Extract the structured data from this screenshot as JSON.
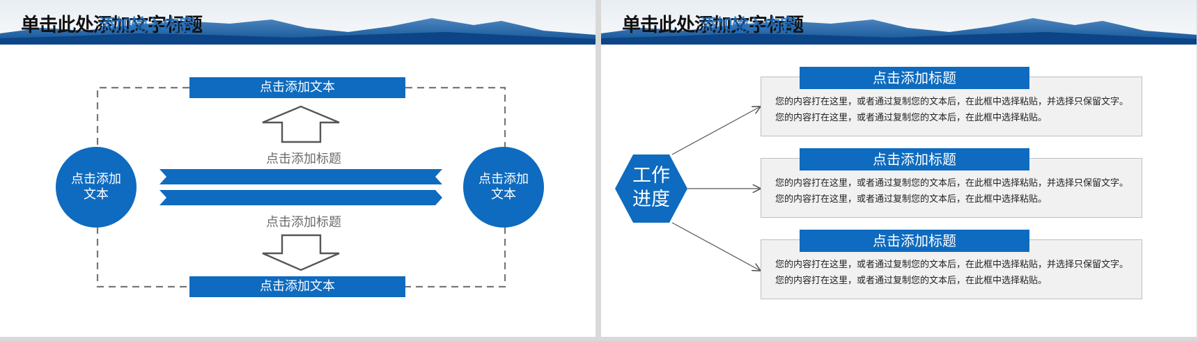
{
  "left_slide": {
    "title": "单击此处添加文字标题",
    "title_overlay": "添加输入内容",
    "top_bar": "点击添加文本",
    "bottom_bar": "点击添加文本",
    "left_circle": "点击添加文本",
    "right_circle": "点击添加文本",
    "upper_label": "点击添加标题",
    "lower_label": "点击添加标题"
  },
  "right_slide": {
    "title": "单击此处添加文字标题",
    "title_overlay": "添加输入内容",
    "hexagon": "工作进度",
    "items": [
      {
        "title": "点击添加标题",
        "text": "您的内容打在这里，或者通过复制您的文本后，在此框中选择粘贴，并选择只保留文字。您的内容打在这里，或者通过复制您的文本后，在此框中选择粘贴。"
      },
      {
        "title": "点击添加标题",
        "text": "您的内容打在这里，或者通过复制您的文本后，在此框中选择粘贴，并选择只保留文字。您的内容打在这里，或者通过复制您的文本后，在此框中选择粘贴。"
      },
      {
        "title": "点击添加标题",
        "text": "您的内容打在这里，或者通过复制您的文本后，在此框中选择粘贴，并选择只保留文字。您的内容打在这里，或者通过复制您的文本后，在此框中选择粘贴。"
      }
    ]
  },
  "colors": {
    "accent": "#0e6bbf",
    "box_fill": "#f1f1f1",
    "dash": "#777777"
  }
}
